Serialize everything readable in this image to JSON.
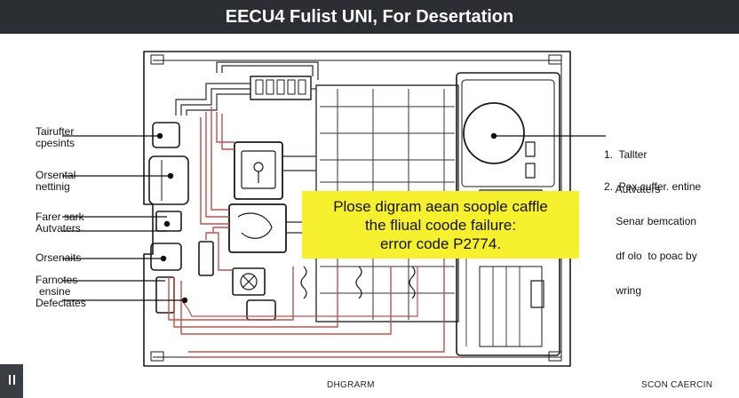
{
  "title": "EECU4 Fulist UNI, For Desertation",
  "labels_left": [
    {
      "lines": [
        "Tairufter",
        "cpesints"
      ]
    },
    {
      "lines": [
        "Orsental",
        "nettinig"
      ]
    },
    {
      "lines": [
        "Farer sark",
        "Autvaters"
      ]
    },
    {
      "lines": [
        "Orsenaits"
      ]
    },
    {
      "lines": [
        "Farnotes",
        "ensine",
        "Defeclates"
      ]
    }
  ],
  "labels_right": [
    {
      "lines": [
        "1.  Tallter",
        "    Autvaters"
      ]
    },
    {
      "lines": [
        "2.  Pex cuffer. entine",
        "    Senar bemcation",
        "    df olo  to poac by",
        "    wring"
      ]
    }
  ],
  "callout": {
    "lines": [
      "Plose digram aean soople caffle",
      "the fliual coode failure:",
      "error code P2774."
    ]
  },
  "footer": {
    "left_label": "DHGRARM",
    "right_label": "SCON CAERCIN"
  },
  "controls": {
    "pause_icon": "pause-icon"
  },
  "colors": {
    "titlebar_bg": "#2b2e33",
    "callout_bg": "#f7f02e",
    "wire_red": "#c0504d",
    "line_dark": "#1a1a1a"
  }
}
